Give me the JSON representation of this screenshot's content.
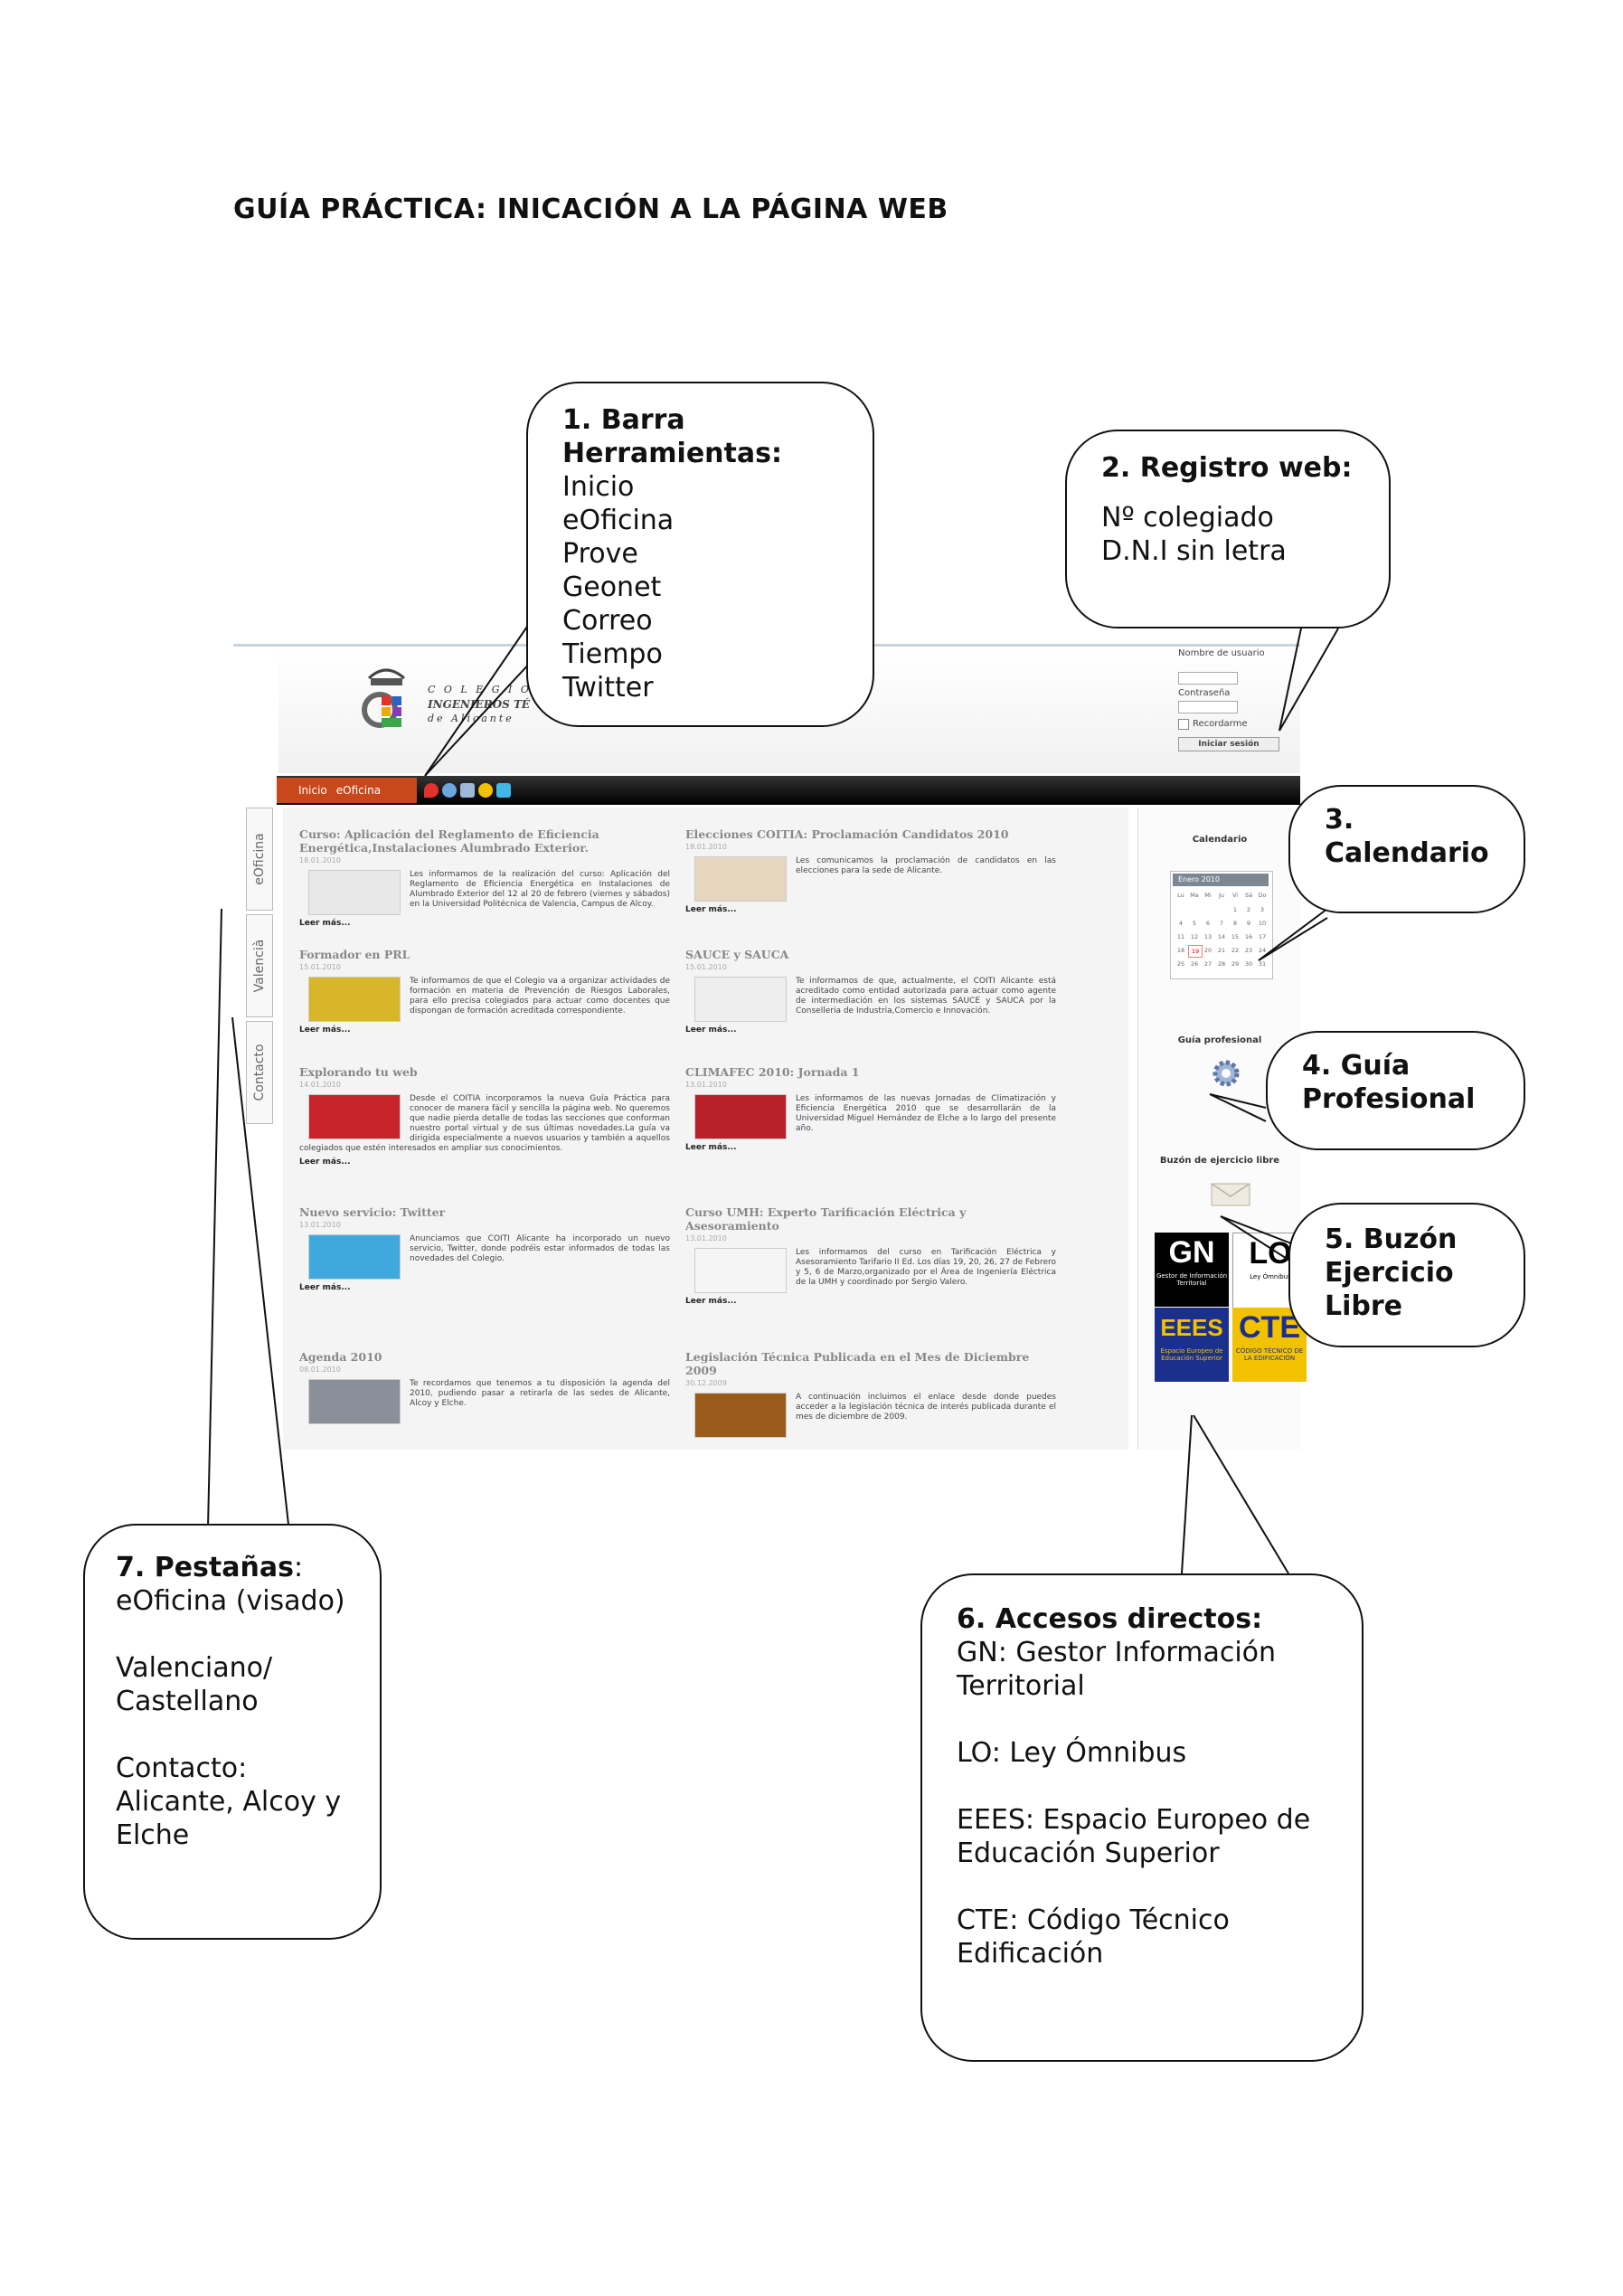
{
  "document": {
    "title": "GUÍA PRÁCTICA: INICACIÓN A LA PÁGINA WEB"
  },
  "website": {
    "logo": {
      "line1": "C O L E G I O",
      "line2": "INGENIEROS TÉ",
      "line3": "de Alicante"
    },
    "login": {
      "username_label": "Nombre de usuario",
      "password_label": "Contraseña",
      "remember_label": "Recordarme",
      "submit_label": "Iniciar sesión"
    },
    "toolbar": {
      "tabs": [
        "Inicio",
        "eOficina"
      ],
      "icons": [
        "pin-icon",
        "globe-icon",
        "monitor-icon",
        "sun-icon",
        "bird-icon"
      ]
    },
    "side_tabs": [
      "eOficina",
      "Valencià",
      "Contacto"
    ],
    "news": [
      {
        "title": "Curso: Aplicación del Reglamento de Eficiencia Energética,Instalaciones Alumbrado Exterior.",
        "date": "18.01.2010",
        "body": "Les informamos de la realización del curso: Aplicación del Reglamento de Eficiencia Energética en Instalaciones de Alumbrado Exterior del 12 al 20 de febrero (viernes y sábados) en la Universidad Politécnica de Valencia, Campus de Alcoy.",
        "more": "Leer más..."
      },
      {
        "title": "Elecciones COITIA: Proclamación Candidatos 2010",
        "date": "18.01.2010",
        "body": "Les comunicamos la proclamación de candidatos en las elecciones para la sede de Alicante.",
        "more": "Leer más..."
      },
      {
        "title": "Formador en PRL",
        "date": "15.01.2010",
        "body": "Te informamos de que el Colegio va a organizar actividades de formación en materia de Prevención de Riesgos Laborales, para ello precisa colegiados para actuar como docentes que dispongan de formación acreditada correspondiente.",
        "more": "Leer más..."
      },
      {
        "title": "SAUCE y SAUCA",
        "date": "15.01.2010",
        "body": "Te informamos de que, actualmente, el COITI Alicante está acreditado como entidad autorizada para actuar como agente de intermediación en los sistemas SAUCE y SAUCA por la Conselleria de Industria,Comercio e Innovación.",
        "more": "Leer más..."
      },
      {
        "title": "Explorando tu web",
        "date": "14.01.2010",
        "body": "Desde el COITIA incorporamos la nueva Guía Práctica para conocer de manera fácil y sencilla la página web. No queremos que nadie pierda detalle de todas las secciones que conforman nuestro portal virtual y de sus últimas novedades.La guía va dirigida especialmente a nuevos usuarios y también a aquellos colegiados que estén interesados en ampliar sus conocimientos.",
        "more": "Leer más..."
      },
      {
        "title": "CLIMAFEC 2010: Jornada 1",
        "date": "13.01.2010",
        "body": "Les informamos de las nuevas Jornadas de Climatización y Eficiencia Energética 2010 que se desarrollarán de la Universidad Miguel Hernández de Elche a lo largo del presente año.",
        "more": "Leer más..."
      },
      {
        "title": "Nuevo servicio: Twitter",
        "date": "13.01.2010",
        "body": "Anunciamos que COITI Alicante ha incorporado un nuevo servicio, Twitter, donde podréis estar informados de todas las novedades del Colegio.",
        "more": "Leer más..."
      },
      {
        "title": "Curso UMH: Experto Tarificación Eléctrica y Asesoramiento",
        "date": "13.01.2010",
        "body": "Les informamos del curso en Tarificación Eléctrica y Asesoramiento Tarifario II Ed. Los días 19, 20, 26, 27 de Febrero y 5, 6 de Marzo,organizado por el Área de Ingeniería Eléctrica de la UMH y coordinado por Sergio Valero.",
        "more": "Leer más..."
      },
      {
        "title": "Agenda 2010",
        "date": "08.01.2010",
        "body": "Te recordamos que tenemos a tu disposición la agenda del 2010, pudiendo pasar a retirarla de las sedes de Alicante, Alcoy y Elche.",
        "more": ""
      },
      {
        "title": "Legislación Técnica Publicada en el Mes de Diciembre 2009",
        "date": "30.12.2009",
        "body": "A continuación incluimos el enlace desde donde puedes acceder a la legislación técnica de interés publicada durante el mes de diciembre de 2009.",
        "more": ""
      }
    ],
    "right_column": {
      "calendar_label": "Calendario",
      "calendar_month": "Enero 2010",
      "weekdays": [
        "Lu",
        "Ma",
        "Mi",
        "Ju",
        "Vi",
        "Sá",
        "Do"
      ],
      "days": [
        "",
        "",
        "",
        "",
        "1",
        "2",
        "3",
        "4",
        "5",
        "6",
        "7",
        "8",
        "9",
        "10",
        "11",
        "12",
        "13",
        "14",
        "15",
        "16",
        "17",
        "18",
        "19",
        "20",
        "21",
        "22",
        "23",
        "24",
        "25",
        "26",
        "27",
        "28",
        "29",
        "30",
        "31"
      ],
      "guide_label": "Guía profesional",
      "mailbox_label": "Buzón de ejercicio libre",
      "quick_links": [
        {
          "big": "GN",
          "small": "Gestor de Información Territorial",
          "bg": "#000000",
          "fg": "#ffffff"
        },
        {
          "big": "LO",
          "small": "Ley Ómnibus",
          "bg": "#ffffff",
          "fg": "#000000"
        },
        {
          "big": "EEES",
          "small": "Espacio Europeo de Educación Superior",
          "bg": "#1b2f8c",
          "fg": "#f2c200"
        },
        {
          "big": "CTE",
          "small": "CÓDIGO TÉCNICO DE LA EDIFICACIÓN",
          "bg": "#f2c200",
          "fg": "#1b2f8c"
        }
      ]
    }
  },
  "callouts": {
    "barra": {
      "heading": "1. Barra Herramientas:",
      "lines": [
        "Inicio",
        "eOficina",
        "Prove",
        "Geonet",
        "Correo",
        "Tiempo",
        "Twitter"
      ]
    },
    "registro": {
      "heading": "2. Registro web:",
      "lines": [
        "Nº  colegiado",
        "D.N.I sin letra"
      ]
    },
    "calendario": {
      "heading": "3. Calendario"
    },
    "guia": {
      "heading": "4. Guía Profesional"
    },
    "buzon": {
      "heading": "5. Buzón Ejercicio Libre"
    },
    "accesos": {
      "heading": "6. Accesos directos:",
      "lines": [
        "GN: Gestor Información Territorial",
        "LO: Ley Ómnibus",
        "EEES: Espacio Europeo de Educación Superior",
        "CTE: Código Técnico Edificación"
      ]
    },
    "pestanas": {
      "heading": "7. Pestañas",
      "heading_suffix": ":",
      "lines": [
        " eOficina (visado)",
        "Valenciano/ Castellano",
        "Contacto: Alicante, Alcoy y Elche"
      ]
    }
  }
}
